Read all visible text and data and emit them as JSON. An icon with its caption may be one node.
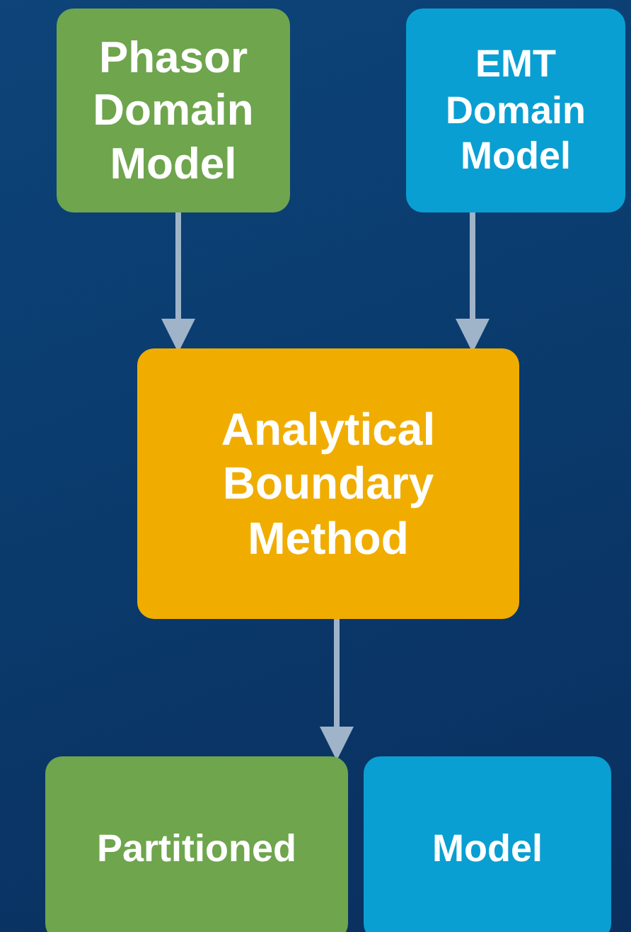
{
  "diagram": {
    "nodes": [
      {
        "text": [
          "Phasor Domain Model"
        ]
      },
      {
        "text": [
          "EMT Domain Model"
        ]
      },
      {
        "text": [
          "Analytical Boundary Method"
        ]
      },
      {
        "text": [
          "Partitioned"
        ]
      },
      {
        "text": [
          "Model"
        ]
      }
    ],
    "edges": [
      {
        "from": 0,
        "to": 2,
        "arrow": "to"
      },
      {
        "from": 1,
        "to": 2,
        "arrow": "to"
      },
      {
        "from": 2,
        "to": 3,
        "arrow": "to"
      }
    ]
  }
}
